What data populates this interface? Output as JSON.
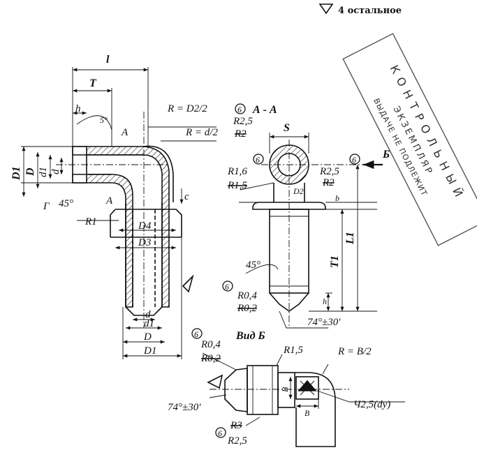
{
  "header": {
    "roughness_note": "4 остальное"
  },
  "stamp": {
    "line1": "КОНТРОЛЬНЫЙ",
    "line2": "ЭКЗЕМПЛЯР",
    "line3": "ВЫДАЧЕ НЕ ПОДЛЕЖИТ"
  },
  "main_view": {
    "dim_l": "l",
    "dim_T": "T",
    "dim_h": "h",
    "angle_5": "5°",
    "section_A_top": "A",
    "section_A_bottom": "A",
    "radius_D2": "R = D2/2",
    "radius_d": "R = d/2",
    "dim_D1": "D1",
    "dim_D": "D",
    "dim_d1": "d1",
    "dim_d": "d",
    "gamma": "Г",
    "angle_45": "45°",
    "dim_c": "c",
    "radius_R1": "R1",
    "dim_D4": "D4",
    "dim_D3": "D3",
    "bottom_d": "d",
    "bottom_d1": "d1",
    "bottom_D": "D",
    "bottom_D1": "D1"
  },
  "section_view": {
    "circle_6": "6",
    "title": "А - А",
    "r25": "R2,5",
    "r2": "R2",
    "dim_S": "S",
    "r16": "R1,6",
    "r15": "R1,5",
    "r25b": "R2,5",
    "r2b": "R2",
    "dim_D2": "D2",
    "dim_b": "b",
    "view_B_arrow": "Б",
    "angle_45": "45°",
    "dim_T1": "T1",
    "dim_L1": "L1",
    "r04": "R0,4",
    "r02": "R0,2",
    "dim_h": "h",
    "angle_74": "74°±30'"
  },
  "view_b": {
    "title": "Вид Б",
    "r04": "R0,4",
    "r02": "R0,2",
    "r15": "R1,5",
    "radius_B": "R = B/2",
    "dim_B_side": "B",
    "dim_B_bottom": "B",
    "angle_74": "74°±30'",
    "r3": "R3",
    "r25": "R2,5",
    "note_dy": "Ч2,5(dy)"
  }
}
